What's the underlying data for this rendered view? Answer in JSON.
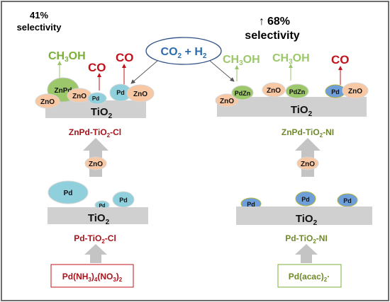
{
  "colors": {
    "frame": "#6e6e6e",
    "substrate": "#d0d0d0",
    "substrate_shadow": "#a8a8a8",
    "pd_fill": "#8fd0dc",
    "pd_fill_ni": "#6f9fd8",
    "pd_stroke_ni": "#b7b33a",
    "zno_fill": "#f8c8a4",
    "znpd_fill": "#9cc86b",
    "green_text": "#7ab03a",
    "red_text": "#c0141c",
    "dark_red_text": "#a8141c",
    "olive_text": "#6f8a2a",
    "blue_text": "#2b6cb0",
    "arrow_gray": "#c4c4c4"
  },
  "left": {
    "selectivity_value": "41%",
    "selectivity_word": "selectivity",
    "ch3oh": {
      "a": "CH",
      "sub": "3",
      "b": "OH"
    },
    "co_1": "CO",
    "co_2": "CO",
    "particles_top": {
      "znpd": "ZnPd",
      "zno_1": "ZnO",
      "zno_2": "ZnO",
      "pd_small": "Pd",
      "pd": "Pd",
      "zno_3": "ZnO"
    },
    "substrate_top": {
      "a": "TiO",
      "sub": "2"
    },
    "label_top": {
      "a": "ZnPd-TiO",
      "sub": "2",
      "b": "-Cl"
    },
    "zno_add": "ZnO",
    "particles_bottom": {
      "pd_big": "Pd",
      "pd_small": "Pd",
      "pd_mid": "Pd"
    },
    "substrate_bottom": {
      "a": "TiO",
      "sub": "2"
    },
    "label_bottom": {
      "a": "Pd-TiO",
      "sub": "2",
      "b": "-Cl"
    },
    "precursor": {
      "a": "Pd(NH",
      "s1": "3",
      "b": ")",
      "s2": "4",
      "c": "(NO",
      "s3": "3",
      "d": ")",
      "s4": "2"
    }
  },
  "center": {
    "reactants": {
      "a": "CO",
      "s1": "2",
      "b": " + H",
      "s2": "2"
    }
  },
  "right": {
    "selectivity_arrow": "↑",
    "selectivity_value": "68%",
    "selectivity_word": "selectivity",
    "ch3oh_1": {
      "a": "CH",
      "sub": "3",
      "b": "OH"
    },
    "ch3oh_2": {
      "a": "CH",
      "sub": "3",
      "b": "OH"
    },
    "co": "CO",
    "particles_top": {
      "zno_1": "ZnO",
      "pdzn_1": "PdZn",
      "zno_2": "ZnO",
      "pdzn_2": "PdZn",
      "pd": "Pd",
      "zno_3": "ZnO"
    },
    "substrate_top": {
      "a": "TiO",
      "sub": "2"
    },
    "label_top": {
      "a": "ZnPd-TiO",
      "sub": "2",
      "b": "-NI"
    },
    "zno_add": "ZnO",
    "particles_bottom": {
      "pd_1": "Pd",
      "pd_2": "Pd",
      "pd_3": "Pd"
    },
    "substrate_bottom": {
      "a": "TiO",
      "sub": "2"
    },
    "label_bottom": {
      "a": "Pd-TiO",
      "sub": "2",
      "b": "-NI"
    },
    "precursor": {
      "a": "Pd(acac)",
      "s1": "2",
      "b": "·"
    }
  }
}
